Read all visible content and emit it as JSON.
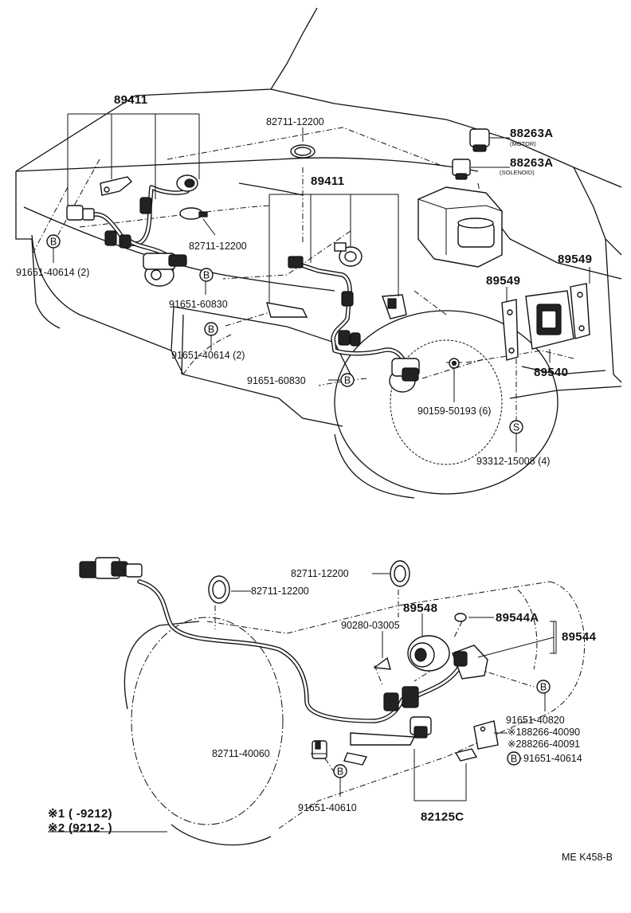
{
  "labels": {
    "p89411_top": "89411",
    "p89411_mid": "89411",
    "p82711_12200_a": "82711-12200",
    "p82711_12200_b": "82711-12200",
    "p82711_12200_c": "82711-12200",
    "p82711_12200_d": "82711-12200",
    "p88263a_motor": "88263A",
    "p88263a_motor_note": "(MOTOR)",
    "p88263a_sol": "88263A",
    "p88263a_sol_note": "(SOLENOID)",
    "p89549_a": "89549",
    "p89549_b": "89549",
    "p89540": "89540",
    "p91651_40614_2a": "91651-40614 (2)",
    "p91651_60830_a": "91651-60830",
    "p91651_40614_2b": "91651-40614 (2)",
    "p91651_60830_b": "91651-60830",
    "p90159_50193": "90159-50193 (6)",
    "p93312_15008": "93312-15008 (4)",
    "p89548": "89548",
    "p90280_03005": "90280-03005",
    "p89544a": "89544A",
    "p89544": "89544",
    "p91651_40820": "91651-40820",
    "p188266": "※188266-40090",
    "p288266": "※288266-40091",
    "p91651_40614": "91651-40614",
    "p82711_40060": "82711-40060",
    "p91651_40610": "91651-40610",
    "p82125c": "82125C",
    "note1": "※1 (       -9212)",
    "note2": "※2 (9212-        )",
    "code": "ME K458-B",
    "b_mark": "B",
    "s_mark": "S"
  }
}
